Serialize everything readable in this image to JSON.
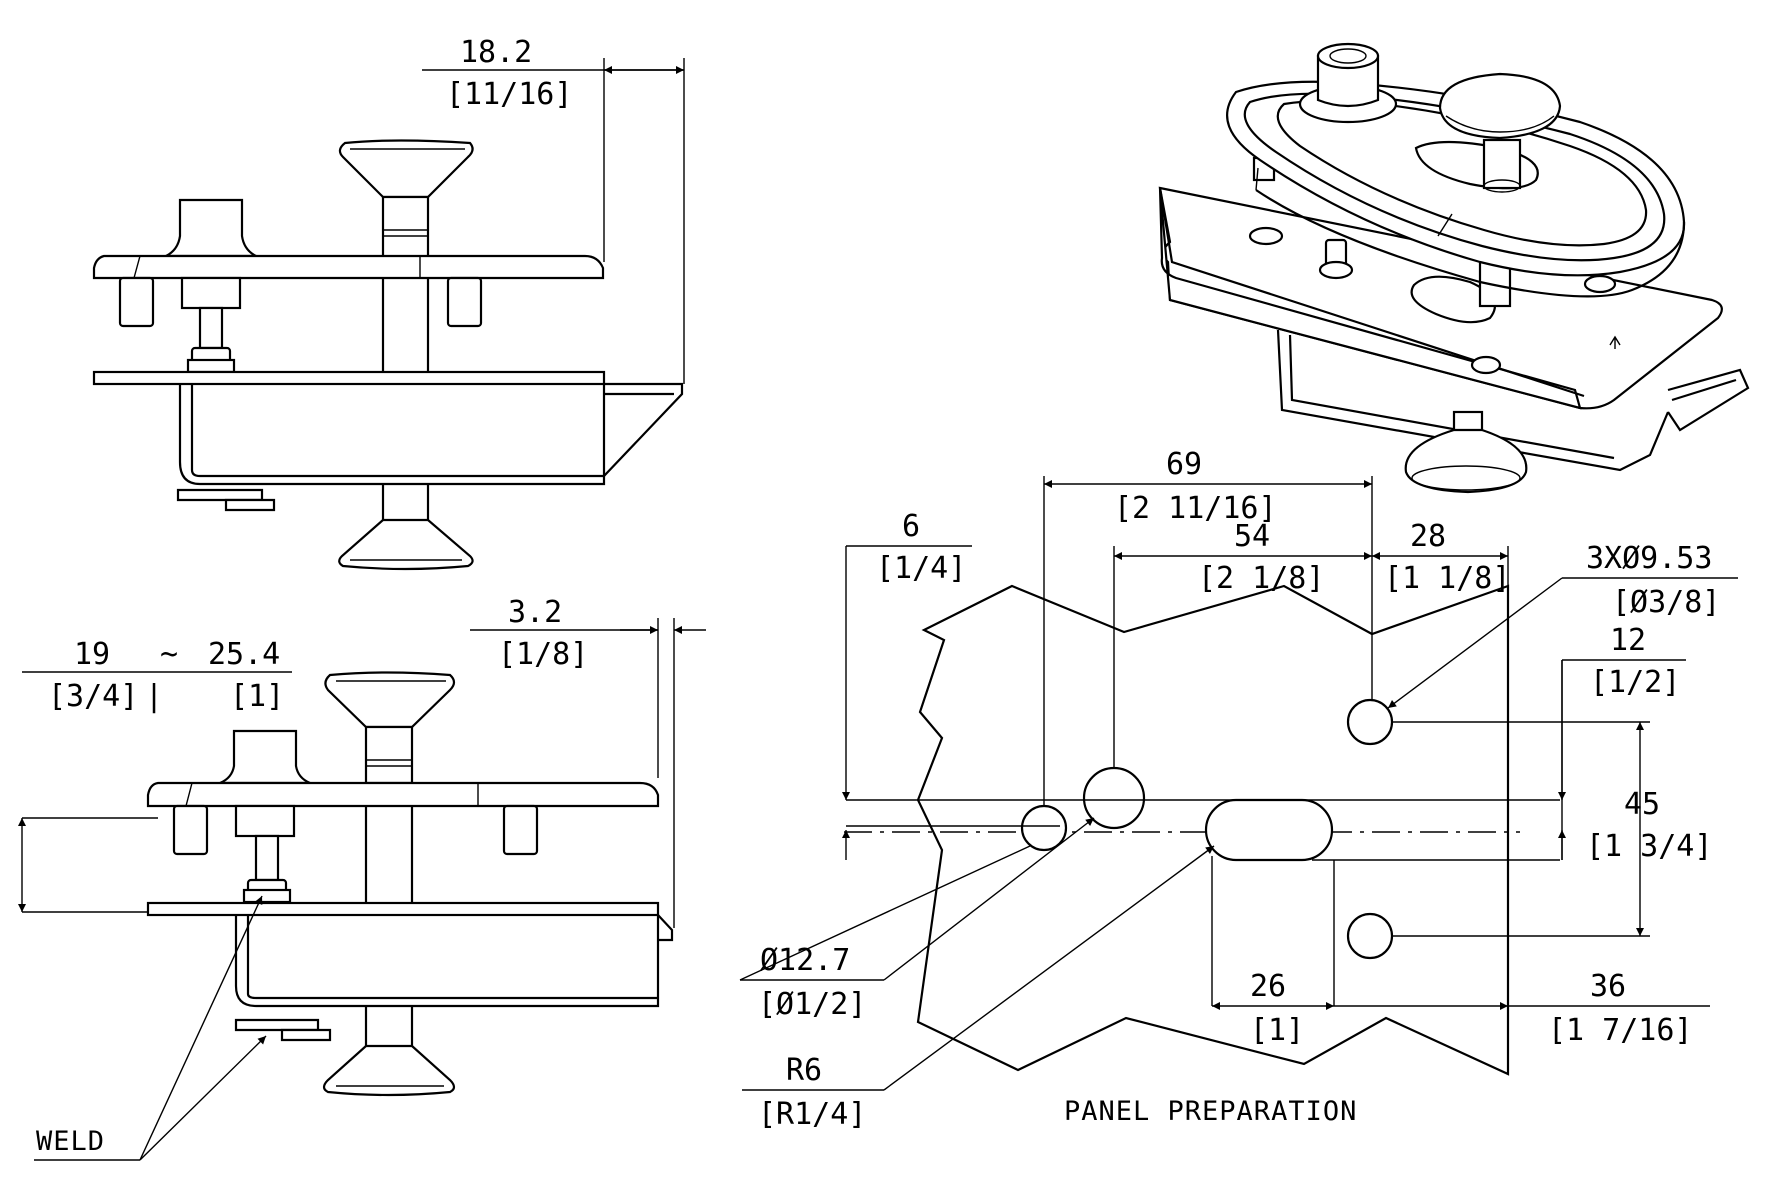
{
  "dims": {
    "top_width": "18.2",
    "top_width_in": "[11/16]",
    "thickness": "3.2",
    "thickness_in": "[1/8]",
    "grip_min": "19",
    "grip_sep": "~",
    "grip_max": "25.4",
    "grip_min_in": "[3/4]",
    "grip_bar": "|",
    "grip_max_in": "[1]",
    "d69": "69",
    "d69_in": "[2 11/16]",
    "d54": "54",
    "d54_in": "[2 1/8]",
    "d28": "28",
    "d28_in": "[1 1/8]",
    "d6": "6",
    "d6_in": "[1/4]",
    "holes": "3XØ9.53",
    "holes_in": "[Ø3/8]",
    "d12": "12",
    "d12_in": "[1/2]",
    "d45": "45",
    "d45_in": "[1 3/4]",
    "hole127": "Ø12.7",
    "hole127_in": "[Ø1/2]",
    "r6": "R6",
    "r6_in": "[R1/4]",
    "d26": "26",
    "d26_in": "[1]",
    "d36": "36",
    "d36_in": "[1 7/16]"
  },
  "labels": {
    "weld": "WELD",
    "panel_prep": "PANEL PREPARATION"
  }
}
